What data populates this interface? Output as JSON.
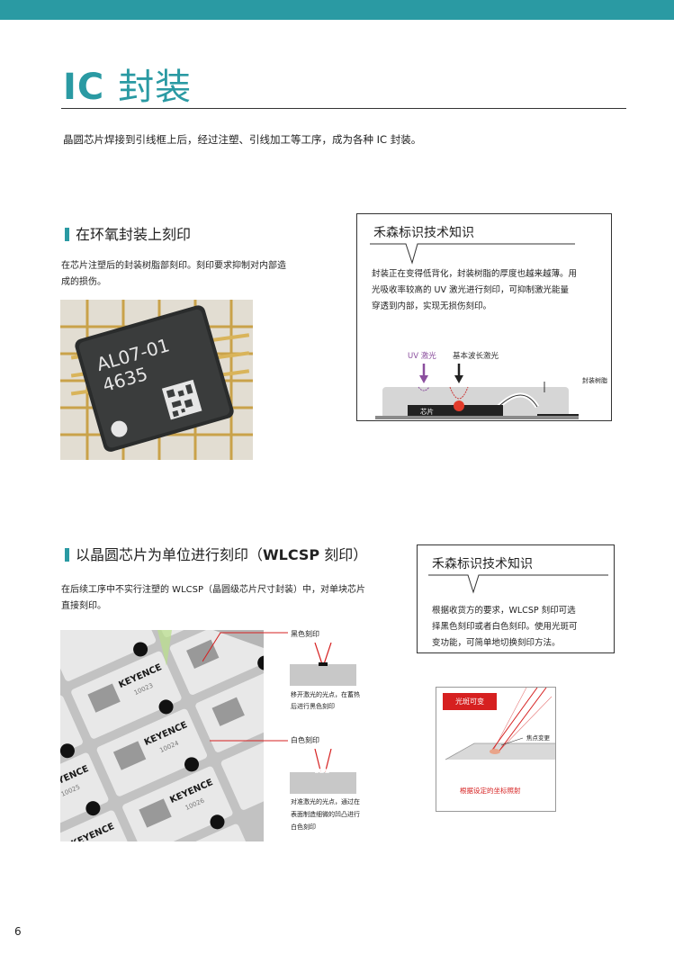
{
  "header": {
    "title_latin": "IC",
    "title_cn": "封装"
  },
  "intro": "晶圆芯片焊接到引线框上后，经过注塑、引线加工等工序，成为各种 IC 封装。",
  "section1": {
    "heading": "在环氧封装上刻印",
    "body_lines": [
      "在芯片注塑后的封装树脂部刻印。刻印要求抑制对内部造",
      "成的损伤。"
    ],
    "chip_marking": [
      "AL07-01",
      "4635"
    ]
  },
  "tip1": {
    "title": "禾森标识技术知识",
    "body_lines": [
      "封装正在变得低背化，封装树脂的厚度也越来越薄。用",
      "光吸收率较高的 UV 激光进行刻印，可抑制激光能量",
      "穿透到内部，实现无损伤刻印。"
    ],
    "uv_label": "UV 激光",
    "fund_label": "基本波长激光",
    "resin_label": "封装树脂",
    "chip_label": "芯片",
    "colors": {
      "uv": "#8b4f9e",
      "accent": "#2a9aa3",
      "red": "#d62020"
    }
  },
  "section2": {
    "heading_pre": "以晶圆芯片为单位进行刻印（",
    "heading_bold": "WLCSP",
    "heading_post": " 刻印）",
    "body_lines": [
      "在后续工序中不实行注塑的 WLCSP（晶圆级芯片尺寸封装）中，对单块芯片",
      "直接刻印。"
    ],
    "wafer_brand": "KEYENCE",
    "wafer_codes": [
      "10023",
      "10024",
      "10025",
      "10026"
    ]
  },
  "marks": {
    "black_title": "黑色刻印",
    "black_desc": [
      "移开激光的光点，在蓄热",
      "后进行黑色刻印"
    ],
    "white_title": "白色刻印",
    "white_desc": [
      "对准激光的光点，通过在",
      "表面制造细微的凹凸进行",
      "白色刻印"
    ]
  },
  "tip2": {
    "title": "禾森标识技术知识",
    "body_lines": [
      "根据收货方的要求，WLCSP 刻印可选",
      "择黑色刻印或者白色刻印。使用光斑可",
      "变功能，可简单地切换刻印方法。"
    ]
  },
  "spot_box": {
    "badge": "光斑可变",
    "focus_label": "焦点变更",
    "caption": "根据设定的坐标照射"
  },
  "page_number": "6"
}
